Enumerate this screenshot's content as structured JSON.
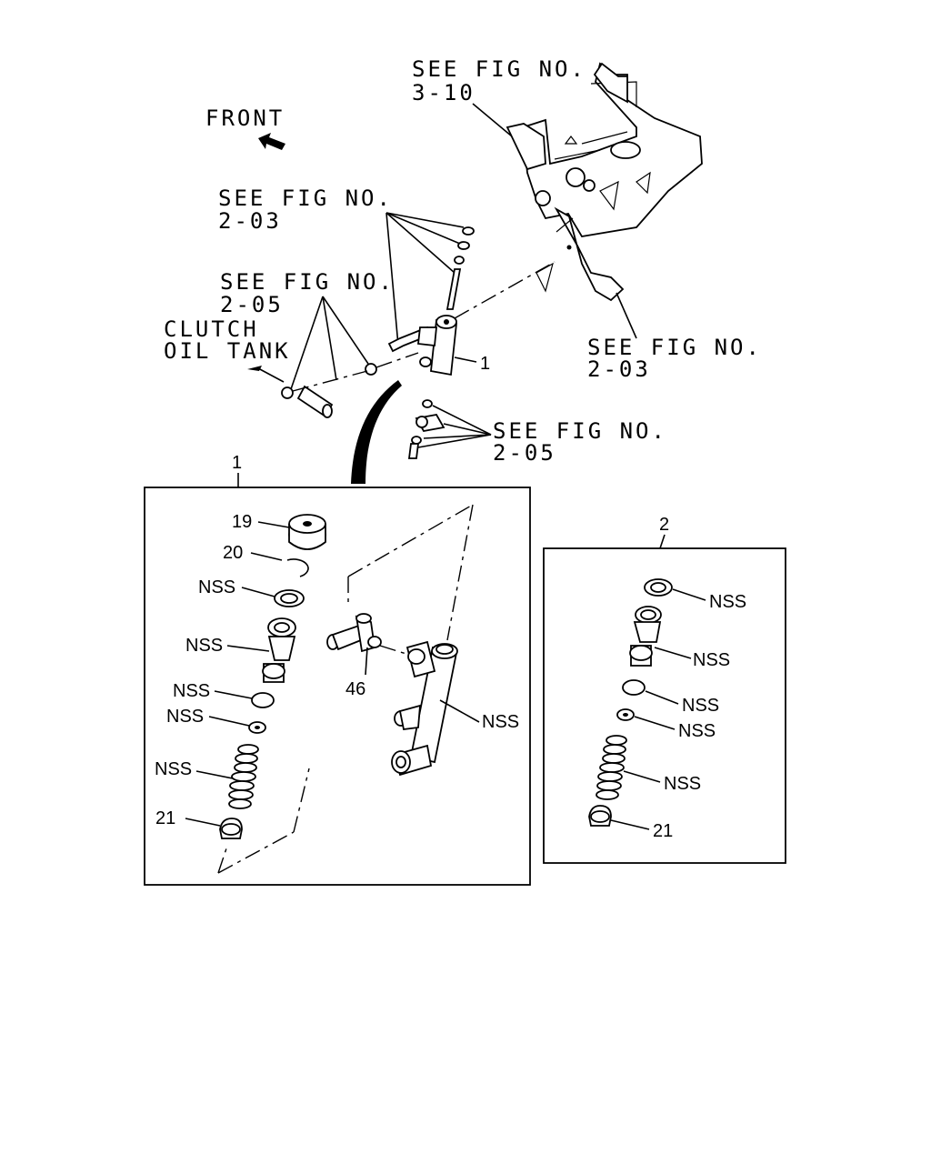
{
  "labels": {
    "see_fig_3_10_line1": "SEE FIG NO.",
    "see_fig_3_10_line2": "3-10",
    "front": "FRONT",
    "see_fig_2_03_left_line1": "SEE FIG NO.",
    "see_fig_2_03_left_line2": "2-03",
    "see_fig_2_05_left_line1": "SEE FIG NO.",
    "see_fig_2_05_left_line2": "2-05",
    "clutch_oil_tank_line1": "CLUTCH",
    "clutch_oil_tank_line2": "OIL TANK",
    "see_fig_2_03_right_line1": "SEE FIG NO.",
    "see_fig_2_03_right_line2": "2-03",
    "see_fig_2_05_lower_line1": "SEE FIG NO.",
    "see_fig_2_05_lower_line2": "2-05",
    "callout_1_top": "1"
  },
  "detail_1": {
    "callout": "1",
    "parts": [
      "19",
      "20",
      "NSS",
      "NSS",
      "NSS",
      "NSS",
      "NSS",
      "21",
      "46",
      "NSS"
    ]
  },
  "detail_2": {
    "callout": "2",
    "parts": [
      "NSS",
      "NSS",
      "NSS",
      "NSS",
      "NSS",
      "21"
    ]
  }
}
